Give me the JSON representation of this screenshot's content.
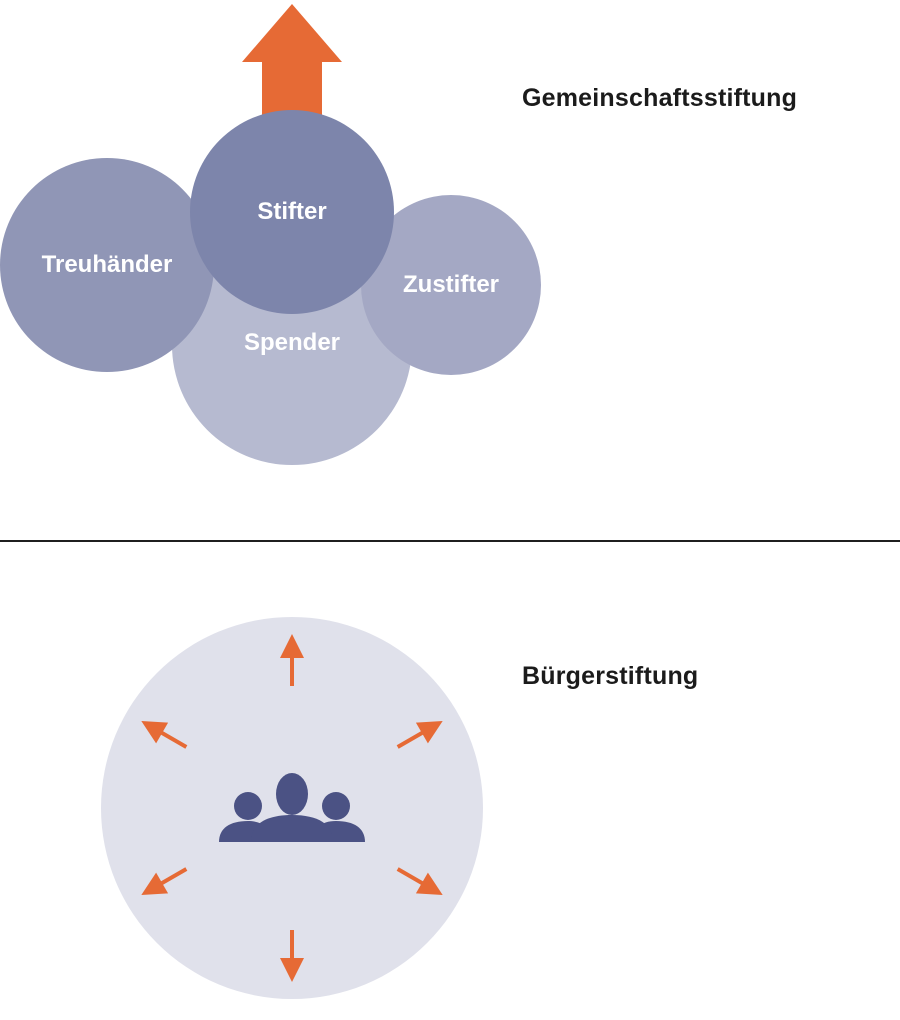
{
  "top": {
    "title": "Gemeinschaftsstiftung",
    "circles": {
      "stifter": "Stifter",
      "treuhaender": "Treuhänder",
      "zustifter": "Zustifter",
      "spender": "Spender"
    },
    "icon": "arrow-up-icon"
  },
  "bottom": {
    "title": "Bürgerstiftung",
    "icon": "people-group-icon",
    "arrow_icon": "arrow-outward-icon"
  },
  "colors": {
    "accent_orange": "#e66a35",
    "stifter": "#7d85ab",
    "treuhaender": "#9096b6",
    "zustifter": "#a4a8c4",
    "spender": "#b6bad0",
    "background_circle": "#e0e1eb",
    "people": "#4b5284",
    "divider": "#1f1f1f"
  }
}
